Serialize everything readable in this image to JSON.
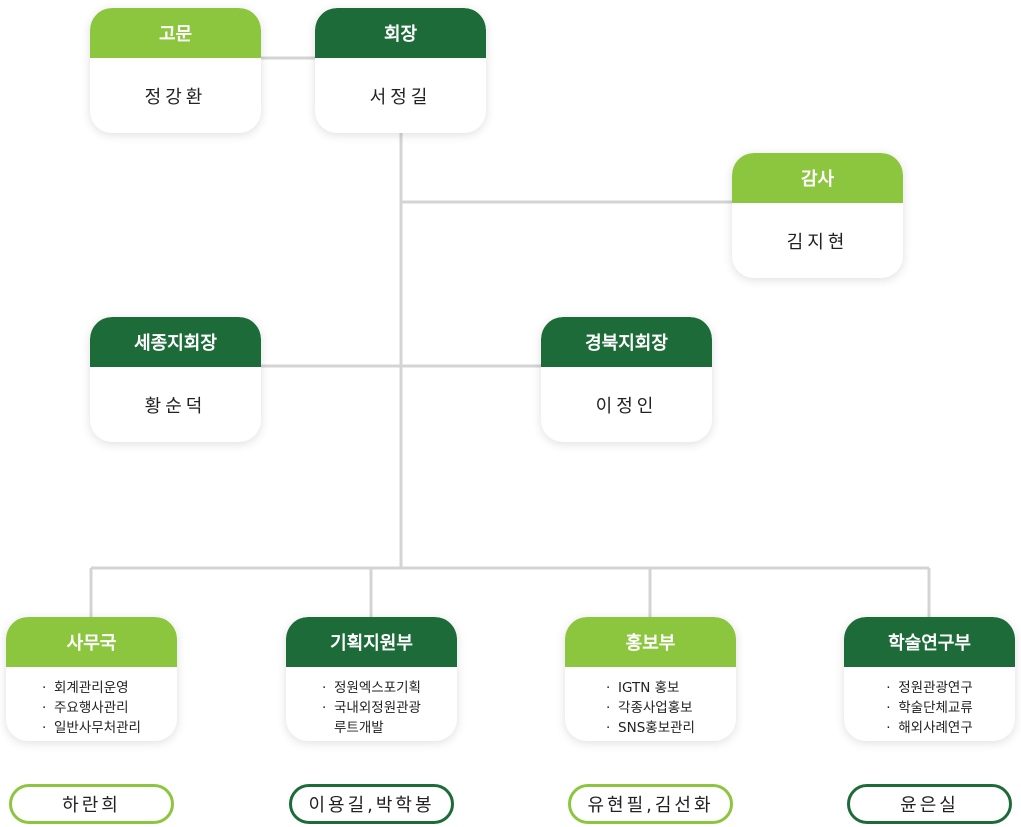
{
  "top": {
    "advisor": {
      "title": "고문",
      "name": "정강환"
    },
    "president": {
      "title": "회장",
      "name": "서정길"
    },
    "auditor": {
      "title": "감사",
      "name": "김지현"
    }
  },
  "branches": {
    "sejong": {
      "title": "세종지회장",
      "name": "황순덕"
    },
    "gyeongbuk": {
      "title": "경북지회장",
      "name": "이정인"
    }
  },
  "departments": [
    {
      "title": "사무국",
      "items": [
        "회계관리운영",
        "주요행사관리",
        "일반사무처관리"
      ],
      "members": "하란희"
    },
    {
      "title": "기획지원부",
      "items": [
        "정원엑스포기획",
        "국내외정원관광",
        "루트개발"
      ],
      "members": "이용길,박학봉"
    },
    {
      "title": "홍보부",
      "items": [
        "IGTN 홍보",
        "각종사업홍보",
        "SNS홍보관리"
      ],
      "members": "유현필,김선화"
    },
    {
      "title": "학술연구부",
      "items": [
        "정원관광연구",
        "학술단체교류",
        "해외사례연구"
      ],
      "members": "윤은실"
    }
  ],
  "colors": {
    "light_green": "#8cc63f",
    "dark_green": "#1e6b3a",
    "line": "#d4d4d4"
  }
}
